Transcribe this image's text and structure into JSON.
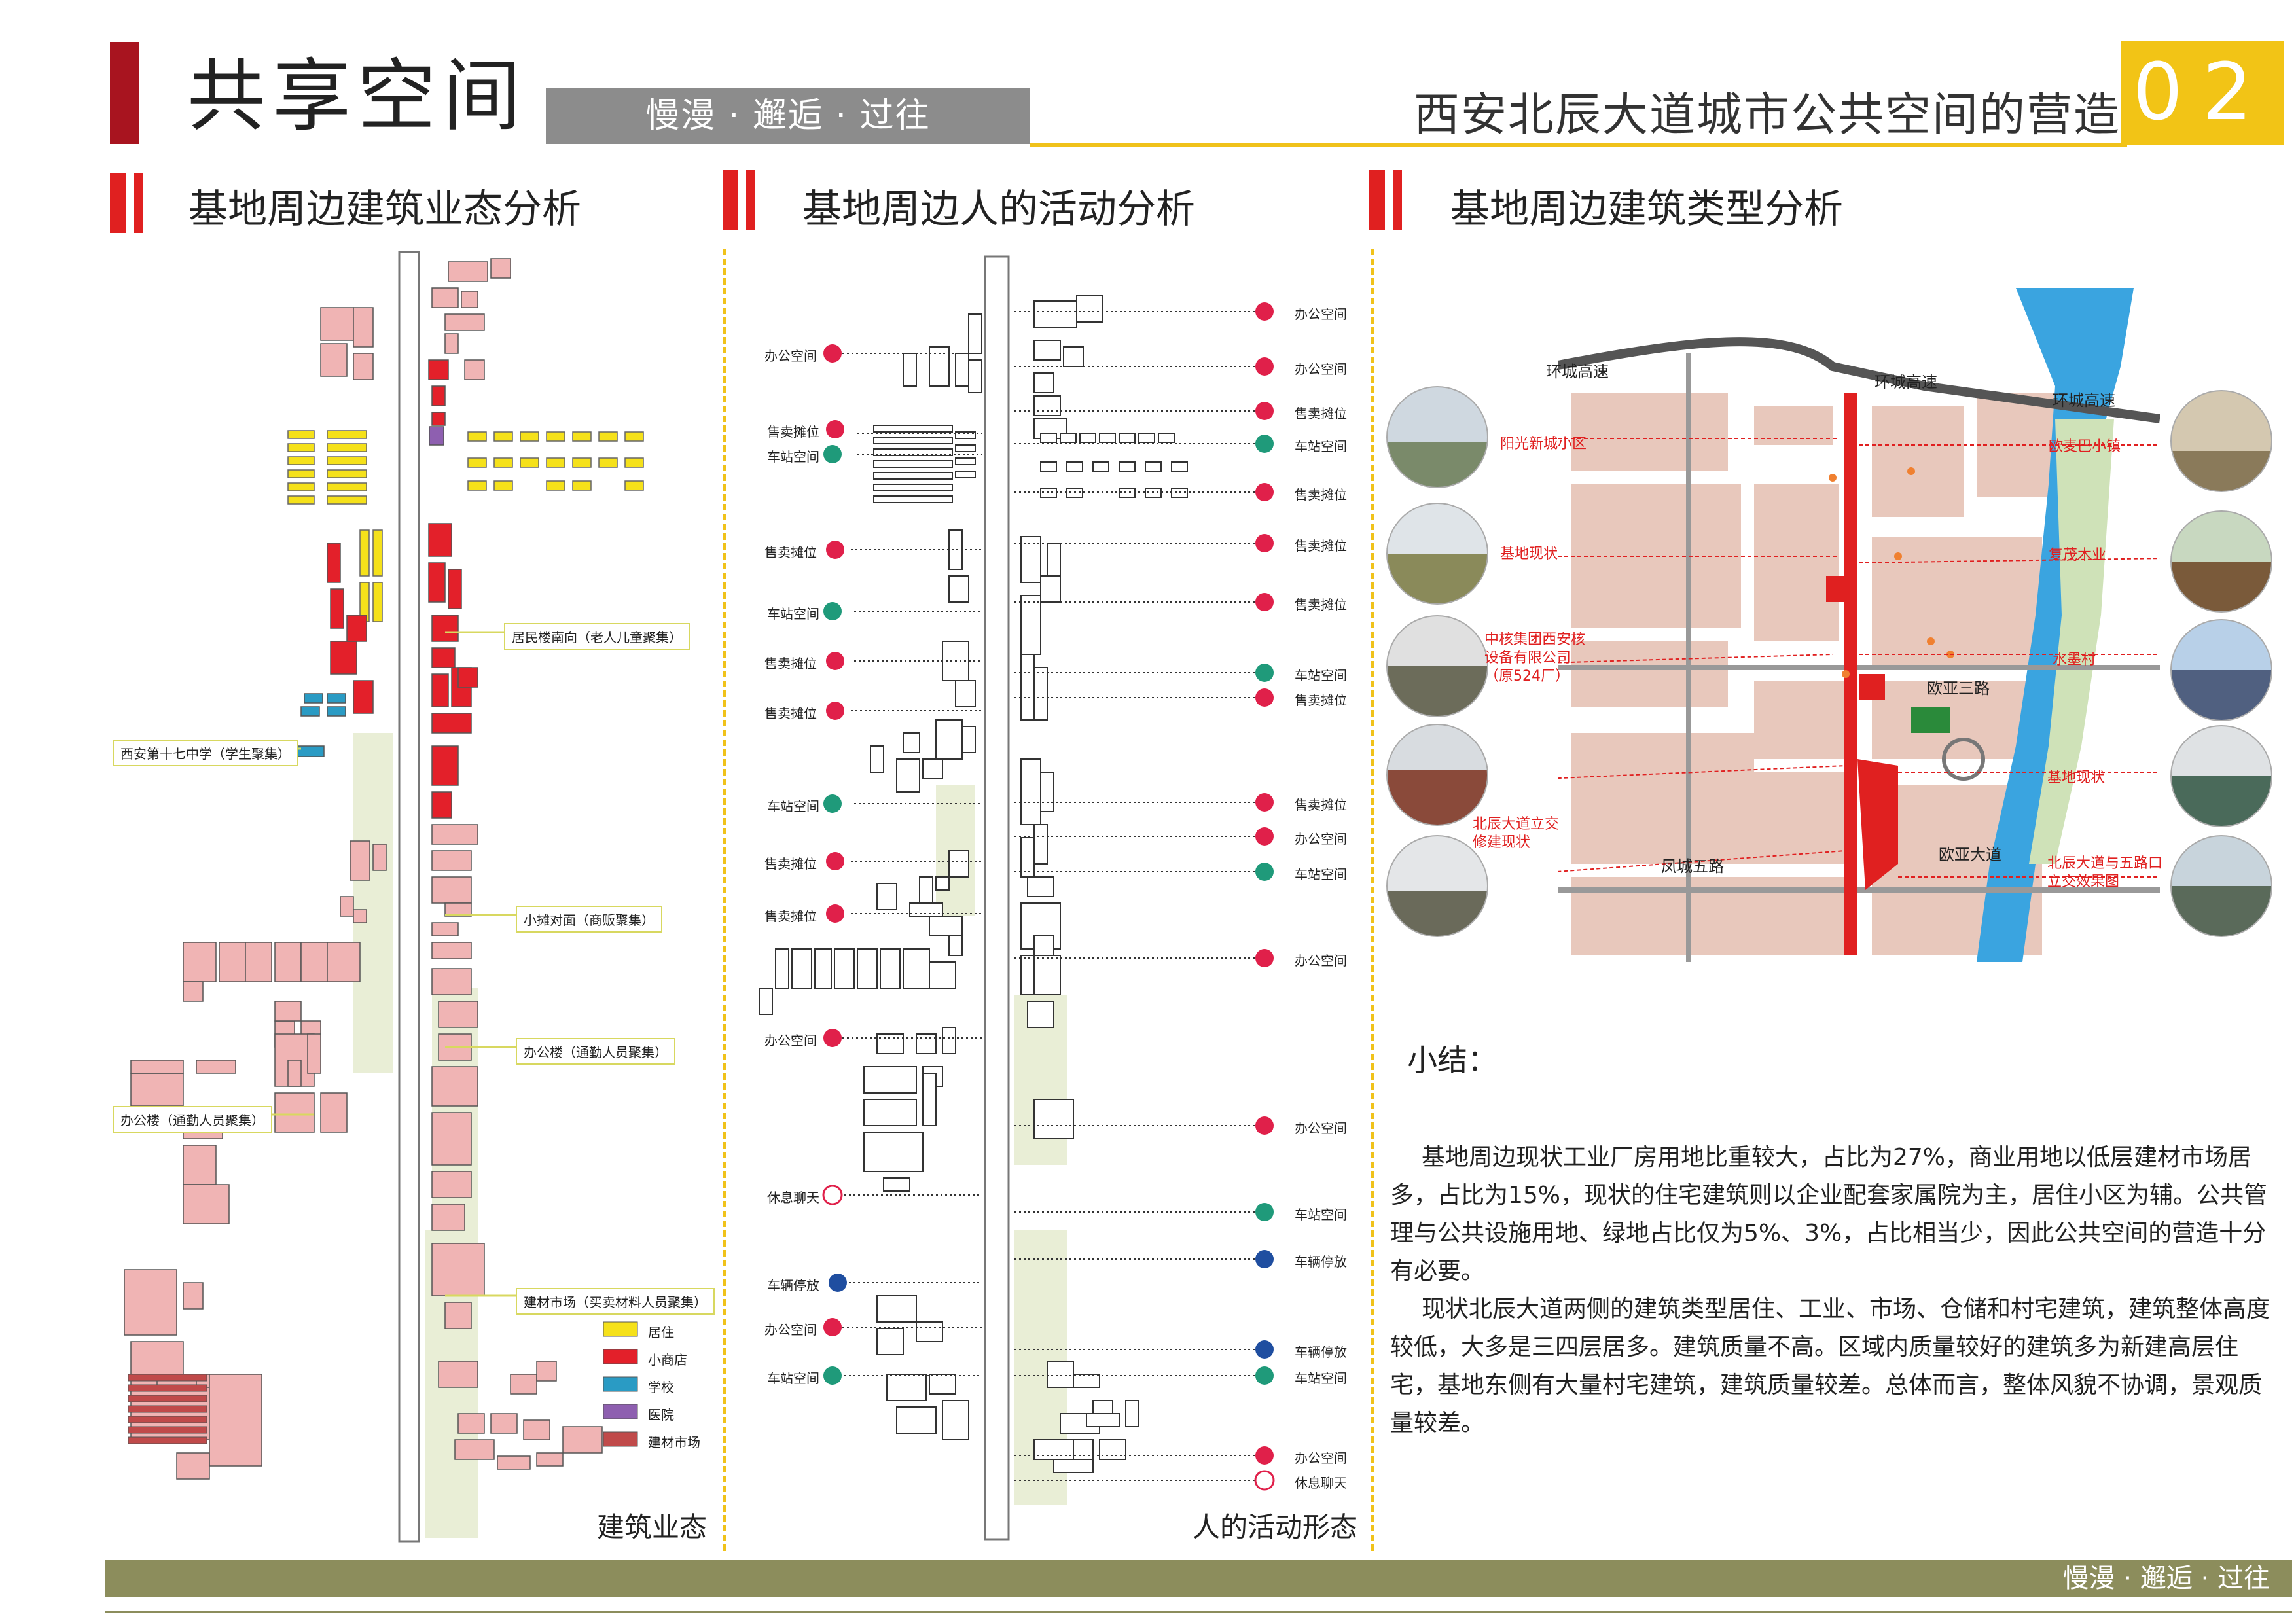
{
  "header": {
    "title": "共享空间",
    "subtitle": "慢漫 · 邂逅 · 过往",
    "project_title": "西安北辰大道城市公共空间的营造",
    "page_number": "02"
  },
  "sections": {
    "left_title": "基地周边建筑业态分析",
    "middle_title": "基地周边人的活动分析",
    "right_title": "基地周边建筑类型分析"
  },
  "left_panel": {
    "caption": "建筑业态",
    "tags": [
      "居民楼南向（老人儿童聚集）",
      "西安第十七中学（学生聚集）",
      "小摊对面（商贩聚集）",
      "办公楼（通勤人员聚集）",
      "办公楼（通勤人员聚集）",
      "建材市场（买卖材料人员聚集）"
    ],
    "legend": [
      {
        "label": "居住",
        "color": "#f5e11a"
      },
      {
        "label": "小商店",
        "color": "#e3202a"
      },
      {
        "label": "学校",
        "color": "#2a9bc4"
      },
      {
        "label": "医院",
        "color": "#8e5fb0"
      },
      {
        "label": "建材市场",
        "color": "#c04a4a"
      }
    ]
  },
  "middle_panel": {
    "caption": "人的活动形态",
    "left_labels": [
      "办公空间",
      "售卖摊位",
      "车站空间",
      "售卖摊位",
      "车站空间",
      "售卖摊位",
      "售卖摊位",
      "车站空间",
      "售卖摊位",
      "售卖摊位",
      "办公空间",
      "休息聊天",
      "车辆停放",
      "办公空间",
      "车站空间"
    ],
    "right_labels": [
      "办公空间",
      "办公空间",
      "售卖摊位",
      "车站空间",
      "售卖摊位",
      "售卖摊位",
      "售卖摊位",
      "车站空间",
      "售卖摊位",
      "售卖摊位",
      "办公空间",
      "车站空间",
      "办公空间",
      "办公空间",
      "车站空间",
      "车辆停放",
      "车辆停放",
      "车站空间",
      "办公空间",
      "休息聊天"
    ]
  },
  "right_panel": {
    "map_labels": [
      "环城高速",
      "环城高速",
      "环城高速",
      "欧亚三路",
      "凤城五路",
      "欧亚大道"
    ],
    "left_photo_labels": [
      "阳光新城小区",
      "基地现状",
      "中核集团西安核设备有限公司（原524厂）",
      "北辰大道立交修建现状"
    ],
    "right_photo_labels": [
      "欧麦巴小镇",
      "复茂木业",
      "水墨村",
      "基地现状",
      "北辰大道与五路口立交效果图"
    ],
    "summary_heading": "小结：",
    "summary_p1": "基地周边现状工业厂房用地比重较大，占比为27%，商业用地以低层建材市场居多，占比为15%，现状的住宅建筑则以企业配套家属院为主，居住小区为辅。公共管理与公共设施用地、绿地占比仅为5%、3%，占比相当少，因此公共空间的营造十分有必要。",
    "summary_p2": "现状北辰大道两侧的建筑类型居住、工业、市场、仓储和村宅建筑，建筑整体高度较低，大多是三四层居多。建筑质量不高。区域内质量较好的建筑多为新建高层住宅，基地东侧有大量村宅建筑，建筑质量较差。总体而言，整体风貌不协调，景观质量较差。"
  },
  "footer": {
    "tagline": "慢漫 · 邂逅 · 过往"
  },
  "colors": {
    "accent_red": "#e02020",
    "accent_yellow": "#f2c416",
    "footer_olive": "#8c8d5c",
    "pink_building": "#f0b4b4"
  }
}
